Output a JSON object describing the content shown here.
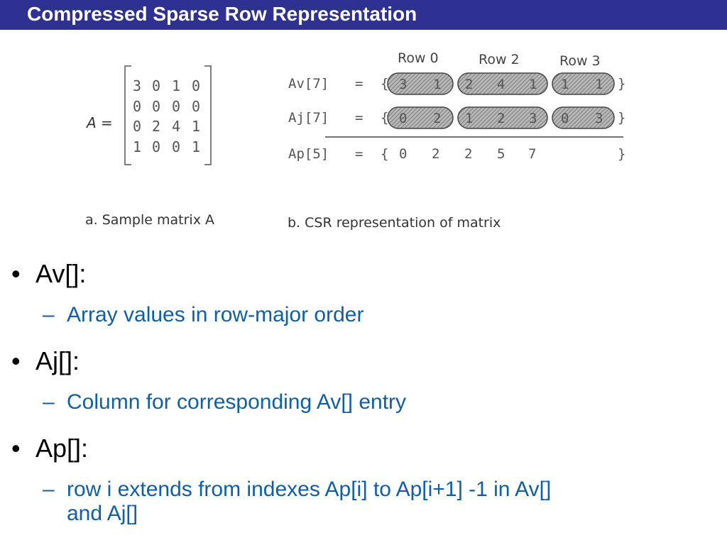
{
  "title": "Compressed Sparse Row Representation",
  "figure": {
    "matrix_label": "A =",
    "matrix": [
      [
        "3",
        "0",
        "1",
        "0"
      ],
      [
        "0",
        "0",
        "0",
        "0"
      ],
      [
        "0",
        "2",
        "4",
        "1"
      ],
      [
        "1",
        "0",
        "0",
        "1"
      ]
    ],
    "row_headers": [
      "Row 0",
      "Row 2",
      "Row 3"
    ],
    "av_label": "Av[7]",
    "aj_label": "Aj[7]",
    "ap_label": "Ap[5]",
    "equals": "=",
    "open_brace": "{",
    "close_brace": "}",
    "av_groups": [
      [
        "3",
        "1"
      ],
      [
        "2",
        "4",
        "1"
      ],
      [
        "1",
        "1"
      ]
    ],
    "aj_groups": [
      [
        "0",
        "2"
      ],
      [
        "1",
        "2",
        "3"
      ],
      [
        "0",
        "3"
      ]
    ],
    "ap_values": [
      "0",
      "2",
      "2",
      "5",
      "7"
    ],
    "caption_a": "a. Sample matrix A",
    "caption_b": "b. CSR representation of matrix"
  },
  "bullets": [
    {
      "marker": "•",
      "label": "Av[]:",
      "sub_marker": "–",
      "sub": [
        "Array values in row-major order"
      ]
    },
    {
      "marker": "•",
      "label": "Aj[]:",
      "sub_marker": "–",
      "sub": [
        "Column for corresponding Av[] entry"
      ]
    },
    {
      "marker": "•",
      "label": "Ap[]:",
      "sub_marker": "–",
      "sub": [
        "row i extends from indexes Ap[i] to Ap[i+1] -1 in Av[]",
        "and Aj[]"
      ]
    }
  ],
  "colors": {
    "title_bar": "#2e3192",
    "sub_text": "#0f5fa8",
    "pill_fill": "#9a9a9a"
  }
}
